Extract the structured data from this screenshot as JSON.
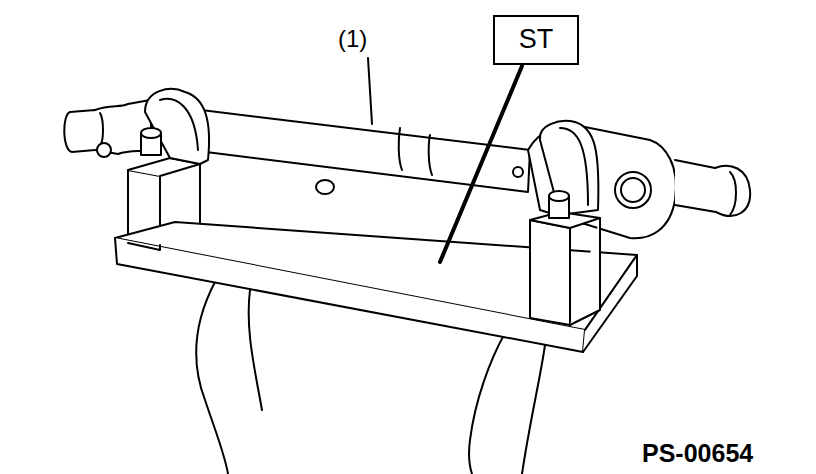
{
  "diagram": {
    "nodes": [
      {
        "text": [
          "ST"
        ]
      }
    ],
    "labels": [
      "(1)",
      "PS-00654"
    ]
  }
}
